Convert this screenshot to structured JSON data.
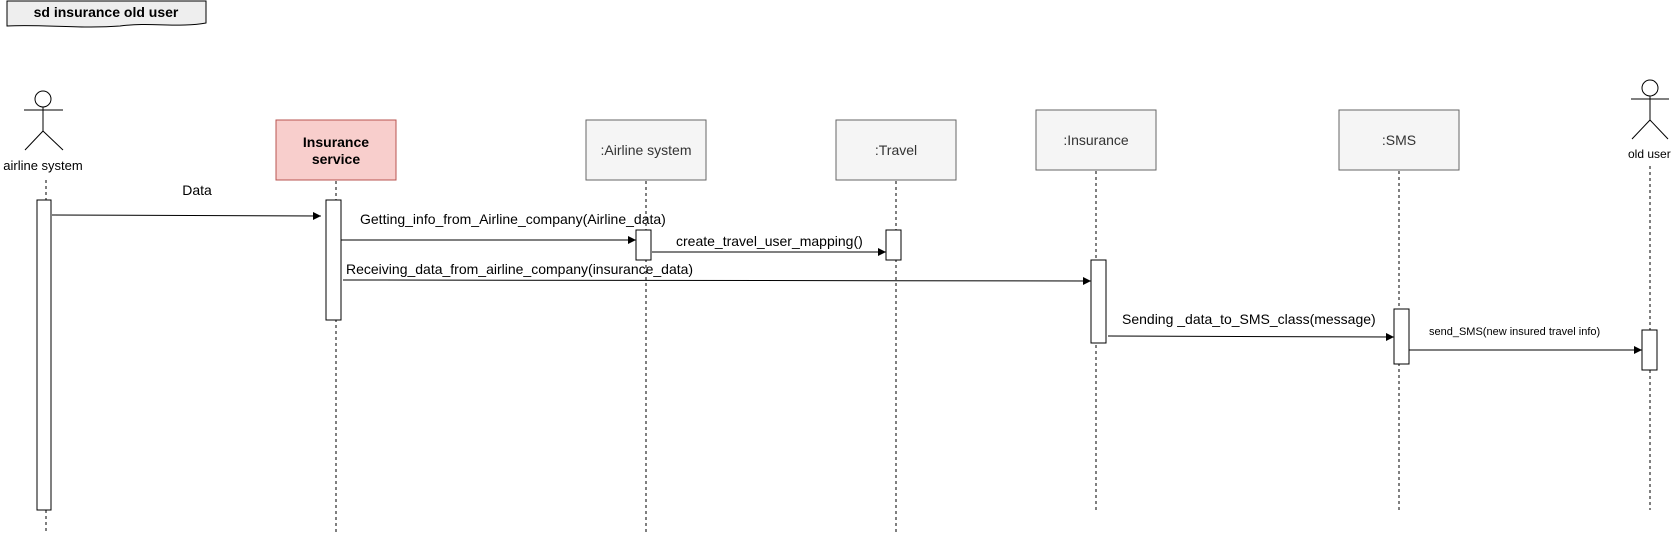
{
  "frame": {
    "label": "sd insurance old user"
  },
  "participants": [
    {
      "id": "airline-system-actor",
      "kind": "actor",
      "label": "airline system"
    },
    {
      "id": "insurance-service",
      "kind": "box",
      "label_lines": [
        "Insurance",
        "service"
      ],
      "highlight": true
    },
    {
      "id": "airline-system-object",
      "kind": "box",
      "label": ":Airline system"
    },
    {
      "id": "travel",
      "kind": "box",
      "label": ":Travel"
    },
    {
      "id": "insurance",
      "kind": "box",
      "label": ":Insurance"
    },
    {
      "id": "sms",
      "kind": "box",
      "label": ":SMS"
    },
    {
      "id": "old-user",
      "kind": "actor",
      "label": "old user"
    }
  ],
  "messages": [
    {
      "from": "airline-system-actor",
      "to": "insurance-service",
      "label": "Data"
    },
    {
      "from": "insurance-service",
      "to": "airline-system-object",
      "label": "Getting_info_from_Airline_company(Airline_data)"
    },
    {
      "from": "airline-system-object",
      "to": "travel",
      "label": "create_travel_user_mapping()"
    },
    {
      "from": "insurance-service",
      "to": "insurance",
      "label": "Receiving_data_from_airline_company(insurance_data)"
    },
    {
      "from": "insurance",
      "to": "sms",
      "label": "Sending _data_to_SMS_class(message)"
    },
    {
      "from": "sms",
      "to": "old-user",
      "label": "send_SMS(new insured travel info)"
    }
  ],
  "colors": {
    "box_fill": "#f5f5f5",
    "box_stroke": "#666666",
    "highlight_fill": "#f8cecc",
    "highlight_stroke": "#b85450",
    "line": "#000000",
    "frame_fill": "#eeeeee"
  }
}
